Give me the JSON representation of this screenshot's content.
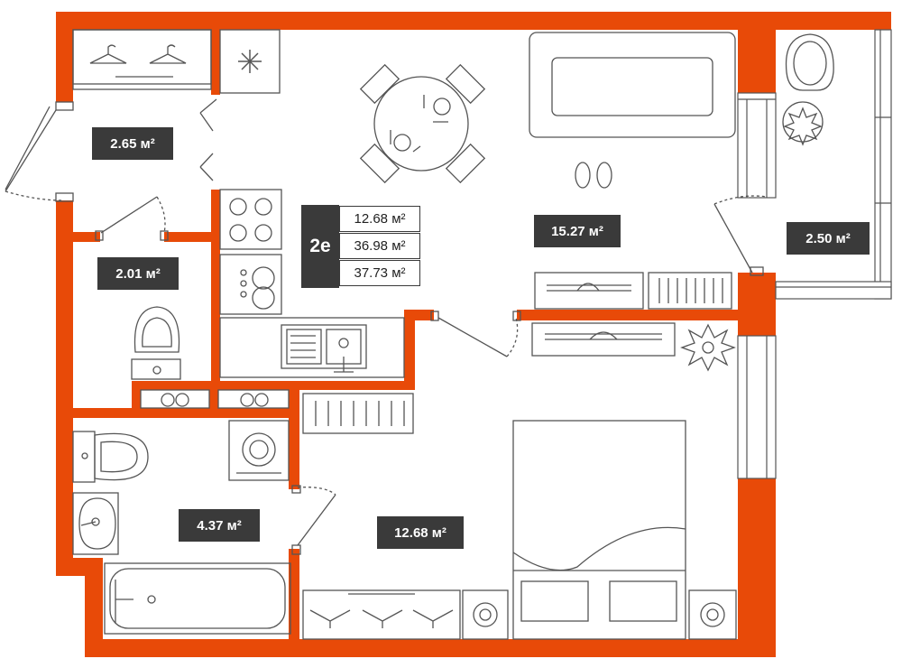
{
  "plan": {
    "apartment_type": "2е",
    "summary": {
      "living_area": "12.68 м²",
      "total_area": "36.98 м²",
      "total_area_with_balcony": "37.73 м²"
    },
    "rooms": [
      {
        "id": "hallway",
        "area": "2.65 м²"
      },
      {
        "id": "toilet",
        "area": "2.01 м²"
      },
      {
        "id": "bathroom",
        "area": "4.37 м²"
      },
      {
        "id": "bedroom",
        "area": "12.68 м²"
      },
      {
        "id": "kitchen-living",
        "area": "15.27 м²"
      },
      {
        "id": "balcony",
        "area": "2.50 м²"
      }
    ],
    "colors": {
      "wall": "#e84a08",
      "furniture_stroke": "#555555",
      "label_bg": "#3a3a3a",
      "label_text": "#ffffff"
    },
    "icons": [
      "snowflake-icon",
      "plant-icon",
      "slippers-icon",
      "toilet-icon",
      "sink-icon",
      "bathtub-icon",
      "washing-machine-icon",
      "stove-icon",
      "dining-table-icon",
      "sofa-icon",
      "bed-icon",
      "armchair-icon"
    ]
  }
}
